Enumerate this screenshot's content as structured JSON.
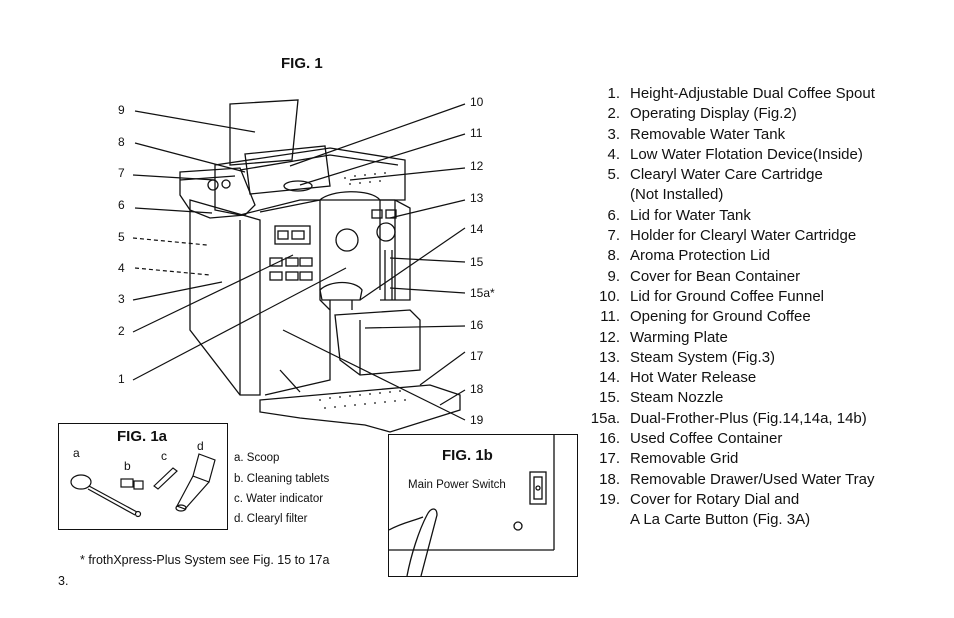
{
  "fig1": {
    "title": "FIG. 1",
    "callouts": [
      {
        "label": "9"
      },
      {
        "label": "8"
      },
      {
        "label": "7"
      },
      {
        "label": "6"
      },
      {
        "label": "5"
      },
      {
        "label": "4"
      },
      {
        "label": "3"
      },
      {
        "label": "2"
      },
      {
        "label": "1"
      },
      {
        "label": "10"
      },
      {
        "label": "11"
      },
      {
        "label": "12"
      },
      {
        "label": "13"
      },
      {
        "label": "14"
      },
      {
        "label": "15"
      },
      {
        "label": "15a*"
      },
      {
        "label": "16"
      },
      {
        "label": "17"
      },
      {
        "label": "18"
      },
      {
        "label": "19"
      }
    ]
  },
  "parts_list": [
    {
      "num": "1.",
      "text": "Height-Adjustable Dual Coffee Spout"
    },
    {
      "num": "2.",
      "text": "Operating Display (Fig.2)"
    },
    {
      "num": "3.",
      "text": "Removable Water Tank"
    },
    {
      "num": "4.",
      "text": "Low Water Flotation Device(Inside)"
    },
    {
      "num": "5.",
      "text": "Clearyl Water Care Cartridge"
    },
    {
      "num": "",
      "text": "(Not Installed)"
    },
    {
      "num": "6.",
      "text": "Lid for Water Tank"
    },
    {
      "num": "7.",
      "text": "Holder for Clearyl Water Cartridge"
    },
    {
      "num": "8.",
      "text": "Aroma Protection Lid"
    },
    {
      "num": "9.",
      "text": "Cover for Bean Container"
    },
    {
      "num": "10.",
      "text": "Lid for Ground Coffee Funnel"
    },
    {
      "num": "11.",
      "text": "Opening for Ground Coffee"
    },
    {
      "num": "12.",
      "text": "Warming Plate"
    },
    {
      "num": "13.",
      "text": "Steam System (Fig.3)"
    },
    {
      "num": "14.",
      "text": "Hot Water Release"
    },
    {
      "num": "15.",
      "text": "Steam Nozzle"
    },
    {
      "num": "15a.",
      "text": "Dual-Frother-Plus (Fig.14,14a, 14b)"
    },
    {
      "num": "16.",
      "text": "Used Coffee Container"
    },
    {
      "num": "17.",
      "text": "Removable Grid"
    },
    {
      "num": "18.",
      "text": "Removable Drawer/Used Water Tray"
    },
    {
      "num": "19.",
      "text": "Cover for Rotary Dial and"
    },
    {
      "num": "",
      "text": "A La Carte Button (Fig. 3A)"
    }
  ],
  "fig1a": {
    "title": "FIG. 1a",
    "item_letters": [
      "a",
      "b",
      "c",
      "d"
    ],
    "legend": [
      "a. Scoop",
      "b. Cleaning tablets",
      "c. Water indicator",
      "d. Clearyl filter"
    ]
  },
  "fig1b": {
    "title": "FIG. 1b",
    "switch_label": "Main Power Switch"
  },
  "footnote": "* frothXpress-Plus System see Fig. 15 to 17a",
  "page_number": "3."
}
